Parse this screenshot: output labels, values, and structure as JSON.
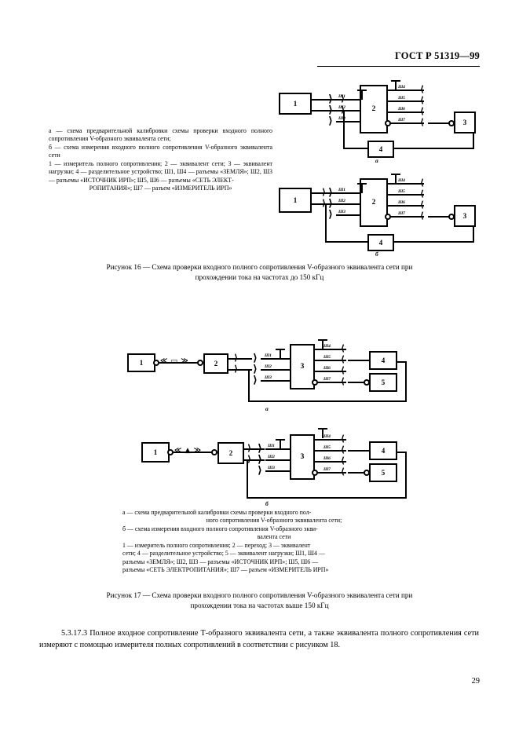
{
  "header": {
    "standard": "ГОСТ Р 51319—99"
  },
  "page": {
    "number": "29"
  },
  "figure16": {
    "legend": {
      "line_a": "а — схема предварительной калибровки схемы проверки входного полного сопротивления V-образного эквивалента сети;",
      "line_b": "б — схема измерения входного полного сопротивления V-образного эквивалента сети",
      "items": "1 — измеритель полного сопротивления; 2 — эквивалент сети; 3 — эквивалент нагрузки; 4 — разделительное устройство; Ш1, Ш4 — разъемы «ЗЕМЛЯ»; Ш2, Ш3 — разъемы «ИСТОЧНИК ИРП»; Ш5, Ш6 — разъемы «СЕТЬ ЭЛЕКТ-",
      "items_last": "РОПИТАНИЯ»;  Ш7 — разъем «ИЗМЕРИТЕЛЬ ИРП»"
    },
    "caption_line1": "Рисунок 16 — Схема проверки входного полного сопротивления V-образного эквивалента сети при",
    "caption_line2": "прохождении тока на частотах до 150 кГц",
    "diagram_a": {
      "sublabel": "а",
      "blocks": {
        "b1": "1",
        "b2": "2",
        "b3": "3",
        "b4": "4"
      },
      "plugs": {
        "p1": "Ш1",
        "p2": "Ш2",
        "p3": "Ш3",
        "p4": "Ш4",
        "p5": "Ш5",
        "p6": "Ш6",
        "p7": "Ш7"
      }
    },
    "diagram_b": {
      "sublabel": "б",
      "blocks": {
        "b1": "1",
        "b2": "2",
        "b3": "3",
        "b4": "4"
      },
      "plugs": {
        "p1": "Ш1",
        "p2": "Ш2",
        "p3": "Ш3",
        "p4": "Ш4",
        "p5": "Ш5",
        "p6": "Ш6",
        "p7": "Ш7"
      }
    }
  },
  "figure17": {
    "legend": {
      "line_a1": "а — схема предварительной калибровки схемы проверки входного пол-",
      "line_a2": "ного сопротивления V-образного эквивалента сети;",
      "line_b1": "б — схема измерения входного полного сопротивления V-образного экви-",
      "line_b2": "валента сети",
      "items1": "1 — измеритель полного сопротивления;   2 — переход;  3 — эквивалент",
      "items2": "сети; 4 — разделительное устройство; 5 — эквивалент нагрузки; Ш1, Ш4 —",
      "items3": "разъемы «ЗЕМЛЯ»; Ш2, Ш3 — разъемы «ИСТОЧНИК ИРП»; Ш5, Ш6 —",
      "items4": "разъемы «СЕТЬ ЭЛЕКТРОПИТАНИЯ»; Ш7 — разъем «ИЗМЕРИТЕЛЬ ИРП»"
    },
    "caption_line1": "Рисунок 17 — Схема проверки входного полного сопротивления V-образного эквивалента сети при",
    "caption_line2": "прохождении тока на частотах выше 150 кГц",
    "diagram_a": {
      "sublabel": "а",
      "blocks": {
        "b1": "1",
        "b2": "2",
        "b3": "3",
        "b4": "4",
        "b5": "5"
      },
      "plugs": {
        "p1": "Ш1",
        "p2": "Ш2",
        "p3": "Ш3",
        "p4": "Ш4",
        "p5": "Ш5",
        "p6": "Ш6",
        "p7": "Ш7"
      },
      "coax": "≪ ▭ ≫"
    },
    "diagram_b": {
      "sublabel": "б",
      "blocks": {
        "b1": "1",
        "b2": "2",
        "b3": "3",
        "b4": "4",
        "b5": "5"
      },
      "plugs": {
        "p1": "Ш1",
        "p2": "Ш2",
        "p3": "Ш3",
        "p4": "Ш4",
        "p5": "Ш5",
        "p6": "Ш6",
        "p7": "Ш7"
      },
      "coax": "≪ ▲ ≫"
    }
  },
  "body": {
    "clause": "5.3.17.3 Полное входное сопротивление Т-образного эквивалента сети, а также эквивалента полного сопротивления сети измеряют с помощью измерителя полных сопротивлений в соответствии с рисунком 18."
  }
}
